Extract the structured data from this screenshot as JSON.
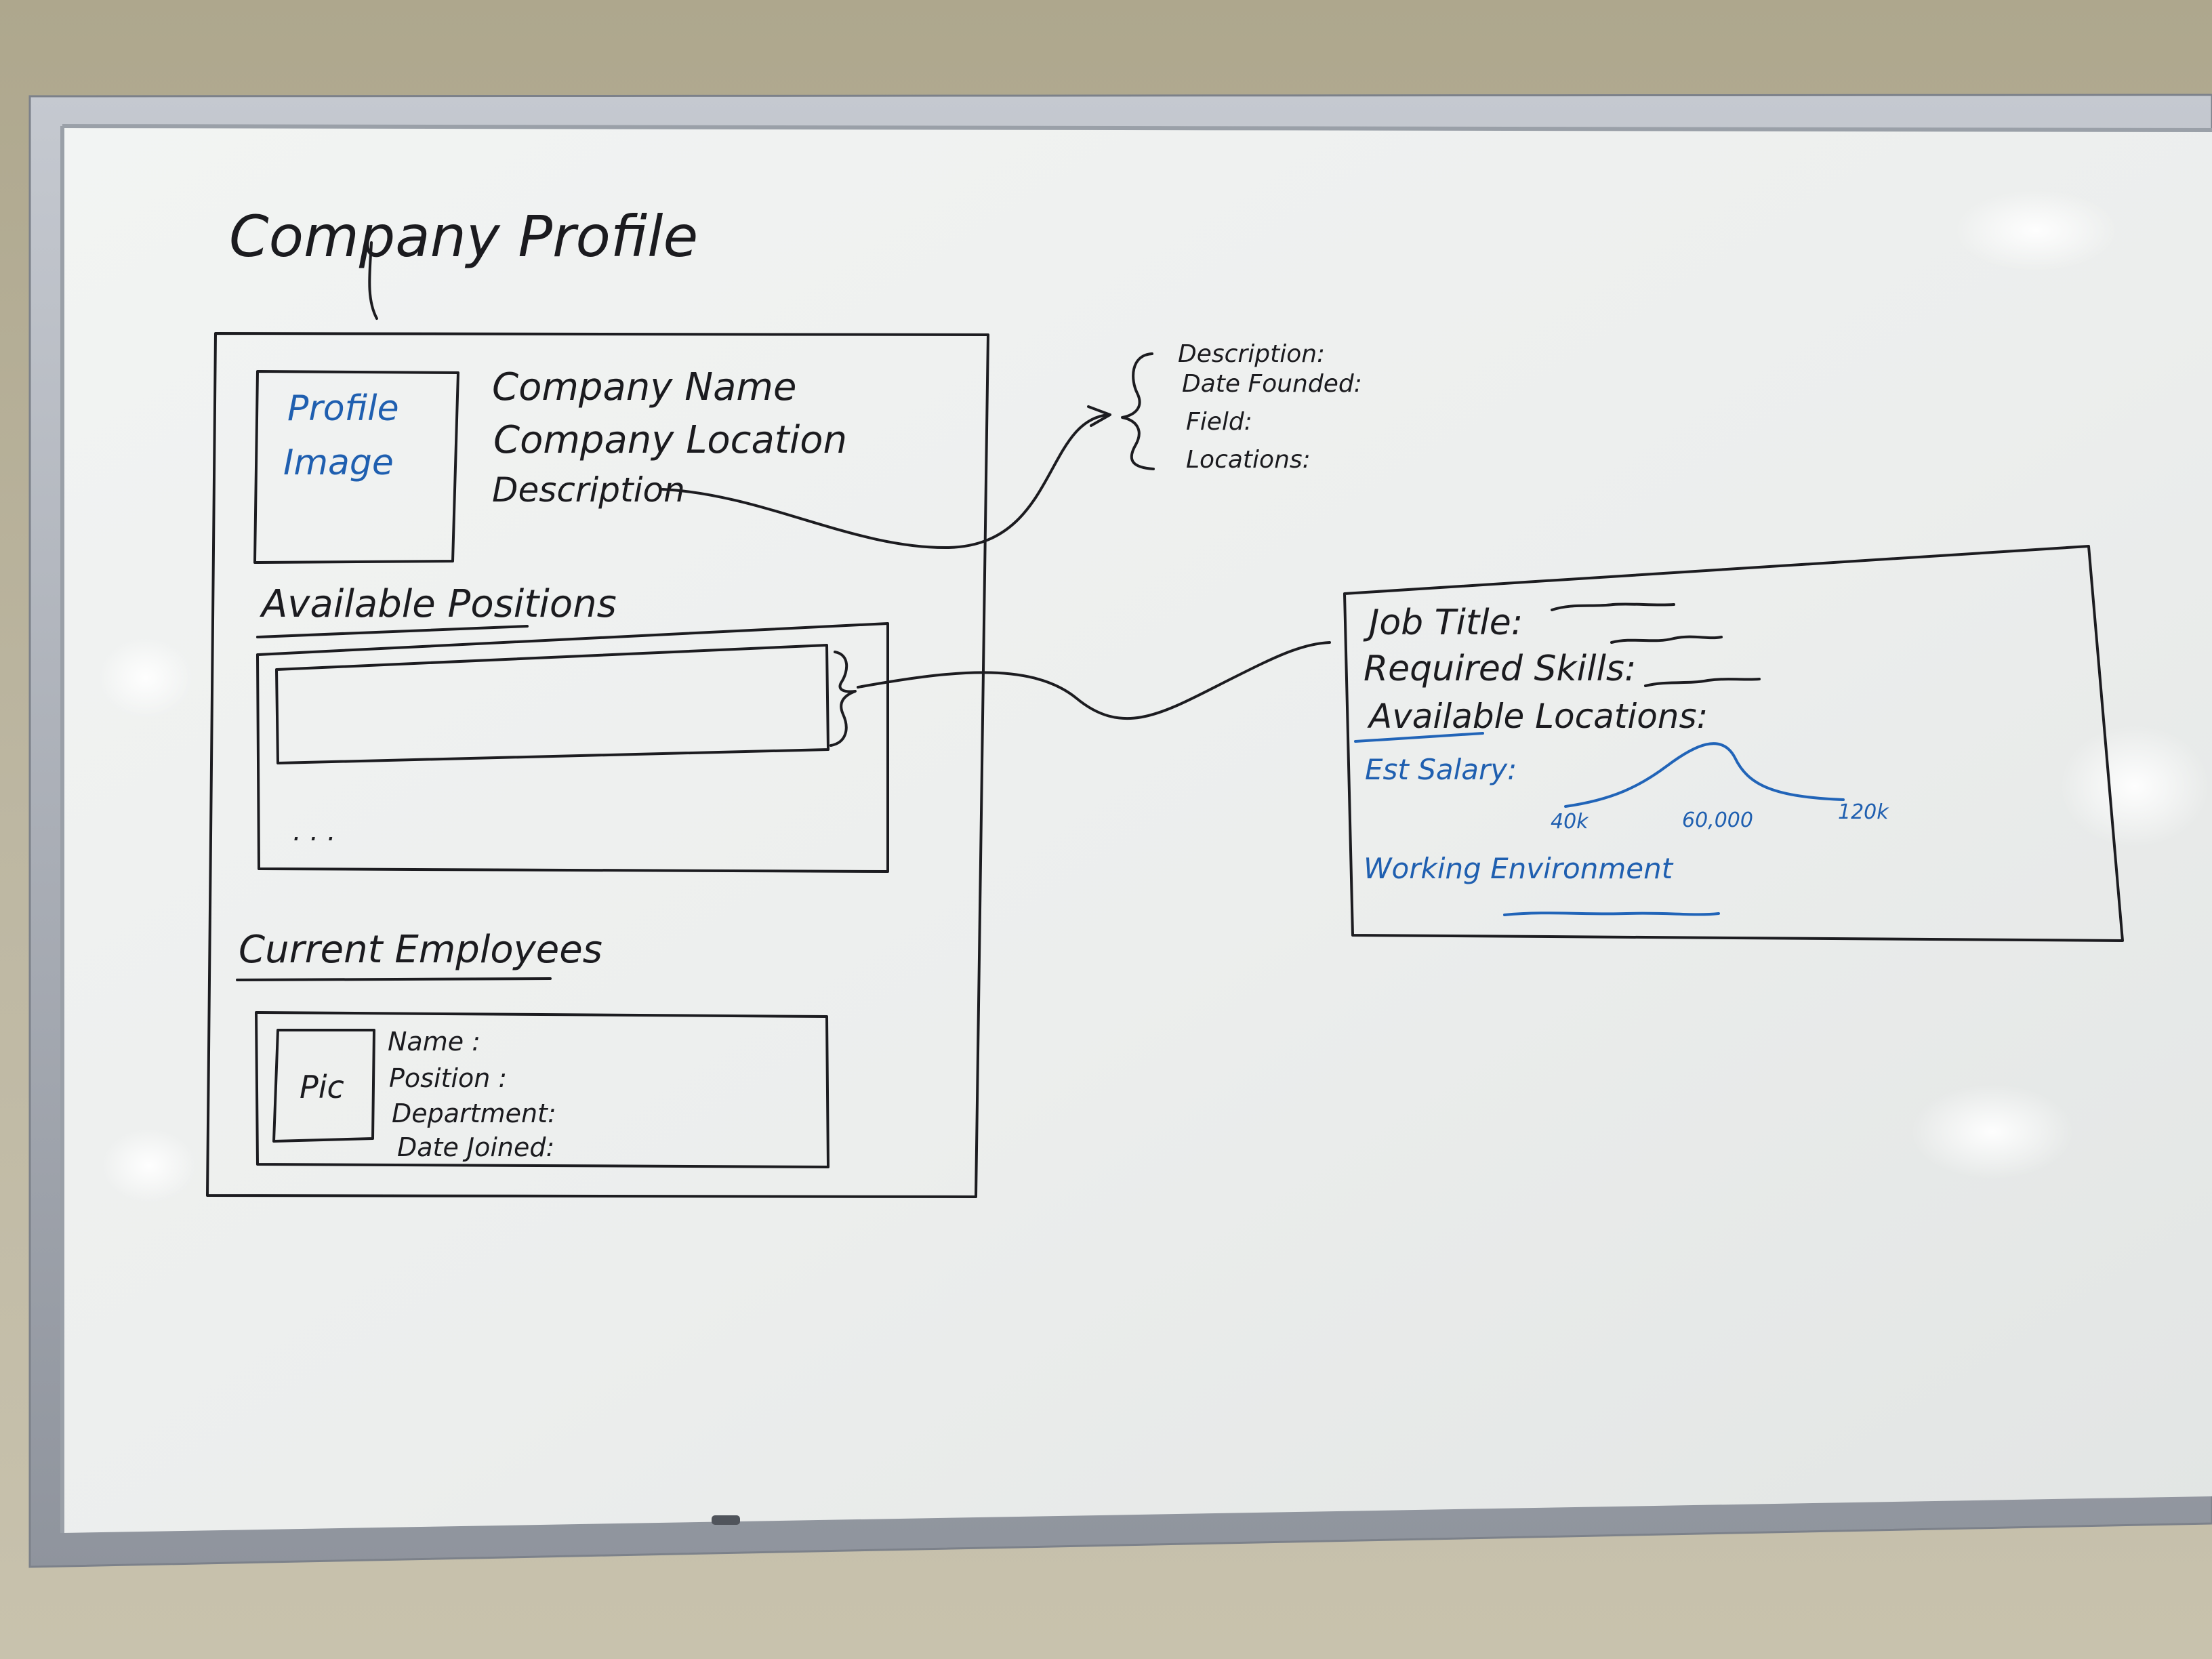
{
  "whiteboard": {
    "title": "Company Profile",
    "profile_image": {
      "line1": "Profile",
      "line2": "Image"
    },
    "company_name": "Company Name",
    "company_location": "Company Location",
    "description_label": "Description",
    "description_details": [
      "Description:",
      "Date Founded:",
      "Field:",
      "Locations:"
    ],
    "available_positions_heading": "Available Positions",
    "positions_ellipsis": ". . .",
    "current_employees_heading": "Current Employees",
    "employee_card": {
      "pic_label": "Pic",
      "fields": [
        "Name :",
        "Position :",
        "Department:",
        "Date Joined:"
      ]
    },
    "job_detail": {
      "job_title": "Job Title:",
      "required_skills": "Required Skills:",
      "available_locations": "Available Locations:",
      "est_salary": "Est Salary:",
      "salary_ticks": [
        "40k",
        "60,000",
        "120k"
      ],
      "working_environment": "Working Environment"
    }
  },
  "colors": {
    "black_marker": "#1b1b1f",
    "blue_marker": "#1f5fb0",
    "board_surface": "#eef0ef",
    "frame": "#a4a9b2",
    "wall": "#b8b29d"
  }
}
